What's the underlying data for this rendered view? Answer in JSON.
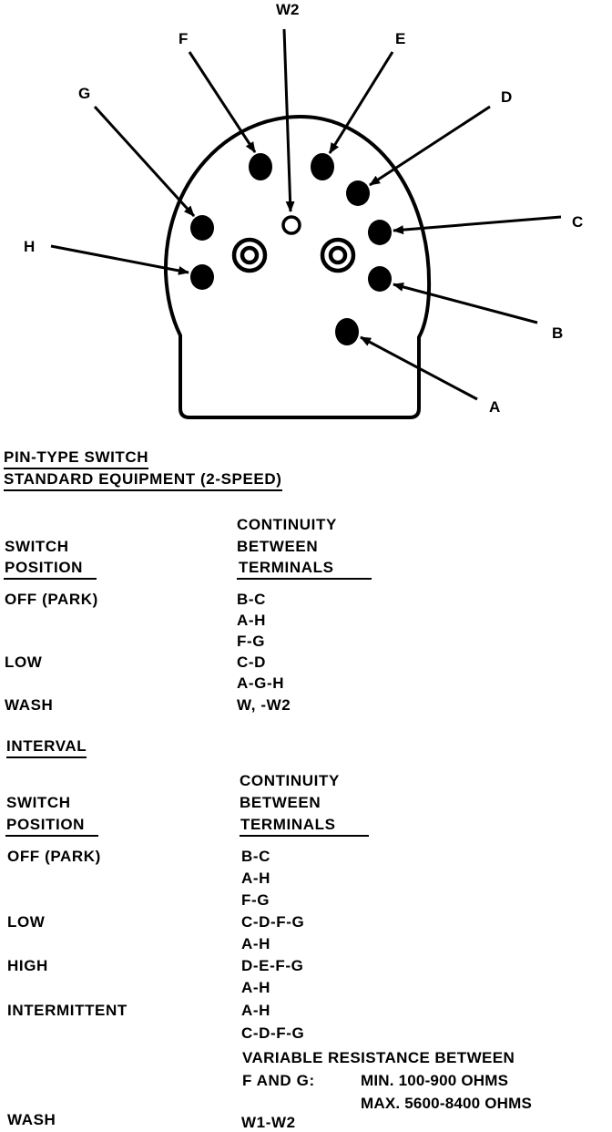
{
  "diagram": {
    "pin_labels": {
      "w2": "W2",
      "f": "F",
      "e": "E",
      "g": "G",
      "d": "D",
      "c": "C",
      "h": "H",
      "b": "B",
      "a": "A"
    }
  },
  "section1": {
    "title_line1": "PIN-TYPE SWITCH",
    "title_line2": "STANDARD EQUIPMENT (2-SPEED)",
    "col_switch_line1": "SWITCH",
    "col_switch_line2": "POSITION",
    "col_cont_line1": "CONTINUITY",
    "col_cont_line2": "BETWEEN",
    "col_cont_line3": "TERMINALS",
    "rows": [
      {
        "position": "OFF (PARK)",
        "terminals": [
          "B-C",
          "A-H",
          "F-G"
        ]
      },
      {
        "position": "LOW",
        "terminals": [
          "C-D",
          "A-G-H"
        ]
      },
      {
        "position": "WASH",
        "terminals": [
          "W, -W2"
        ]
      }
    ]
  },
  "section2": {
    "title": "INTERVAL",
    "col_switch_line1": "SWITCH",
    "col_switch_line2": "POSITION",
    "col_cont_line1": "CONTINUITY",
    "col_cont_line2": "BETWEEN",
    "col_cont_line3": "TERMINALS",
    "rows": [
      {
        "position": "OFF (PARK)",
        "terminals": [
          "B-C",
          "A-H",
          "F-G"
        ]
      },
      {
        "position": "LOW",
        "terminals": [
          "C-D-F-G",
          "A-H"
        ]
      },
      {
        "position": "HIGH",
        "terminals": [
          "D-E-F-G",
          "A-H"
        ]
      },
      {
        "position": "INTERMITTENT",
        "terminals": [
          "A-H",
          "C-D-F-G"
        ]
      },
      {
        "position": "WASH",
        "terminals": [
          "W1-W2"
        ]
      }
    ],
    "note_line1": "VARIABLE RESISTANCE BETWEEN",
    "note_fg": "F AND G:",
    "note_min": "MIN. 100-900 OHMS",
    "note_max": "MAX. 5600-8400 OHMS"
  }
}
